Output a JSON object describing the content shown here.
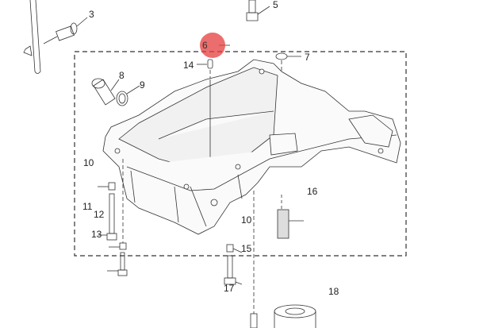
{
  "diagram": {
    "highlight_color": "#e84a4a",
    "line_color": "#333333",
    "callouts": {
      "c3": "3",
      "c5": "5",
      "c6": "6",
      "c7": "7",
      "c8": "8",
      "c9": "9",
      "c10a": "10",
      "c10b": "10",
      "c11": "11",
      "c12": "12",
      "c13": "13",
      "c14": "14",
      "c15": "15",
      "c16": "16",
      "c17": "17",
      "c18": "18"
    }
  }
}
